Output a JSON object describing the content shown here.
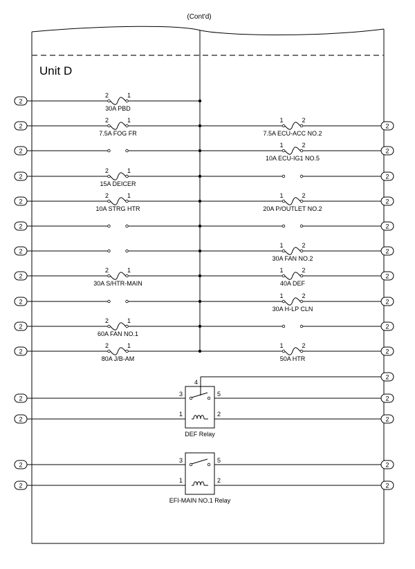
{
  "header": {
    "continued": "(Cont'd)"
  },
  "unit_title": "Unit D",
  "connector_label": "2",
  "left_rows": [
    {
      "label": "30A PBD",
      "pin_left": "2",
      "pin_right": "1",
      "fuse": true
    },
    {
      "label": "7.5A FOG FR",
      "pin_left": "2",
      "pin_right": "1",
      "fuse": true
    },
    {
      "label": "",
      "fuse": false
    },
    {
      "label": "15A DEICER",
      "pin_left": "2",
      "pin_right": "1",
      "fuse": true
    },
    {
      "label": "10A STRG HTR",
      "pin_left": "2",
      "pin_right": "1",
      "fuse": true
    },
    {
      "label": "",
      "fuse": false
    },
    {
      "label": "",
      "fuse": false
    },
    {
      "label": "30A S/HTR-MAIN",
      "pin_left": "2",
      "pin_right": "1",
      "fuse": true
    },
    {
      "label": "",
      "fuse": false
    },
    {
      "label": "60A FAN NO.1",
      "pin_left": "2",
      "pin_right": "1",
      "fuse": true
    },
    {
      "label": "80A J/B-AM",
      "pin_left": "2",
      "pin_right": "1",
      "fuse": true
    }
  ],
  "right_rows": [
    {
      "label": "",
      "fuse": false,
      "empty": true
    },
    {
      "label": "7.5A ECU-ACC NO.2",
      "pin_left": "1",
      "pin_right": "2",
      "fuse": true
    },
    {
      "label": "10A ECU-IG1 NO.5",
      "pin_left": "1",
      "pin_right": "2",
      "fuse": true
    },
    {
      "label": "",
      "fuse": false
    },
    {
      "label": "20A P/OUTLET NO.2",
      "pin_left": "1",
      "pin_right": "2",
      "fuse": true
    },
    {
      "label": "",
      "fuse": false
    },
    {
      "label": "30A FAN NO.2",
      "pin_left": "1",
      "pin_right": "2",
      "fuse": true
    },
    {
      "label": "40A DEF",
      "pin_left": "1",
      "pin_right": "2",
      "fuse": true
    },
    {
      "label": "30A H-LP CLN",
      "pin_left": "1",
      "pin_right": "2",
      "fuse": true
    },
    {
      "label": "",
      "fuse": false
    },
    {
      "label": "50A HTR",
      "pin_left": "1",
      "pin_right": "2",
      "fuse": true
    }
  ],
  "relays": [
    {
      "name": "DEF Relay",
      "pin_switch_in": "3",
      "pin_switch_out": "5",
      "pin_coil_in": "1",
      "pin_coil_out": "2",
      "pin_common": "4"
    },
    {
      "name": "EFI-MAIN NO.1 Relay",
      "pin_switch_in": "3",
      "pin_switch_out": "5",
      "pin_coil_in": "1",
      "pin_coil_out": "2"
    }
  ]
}
